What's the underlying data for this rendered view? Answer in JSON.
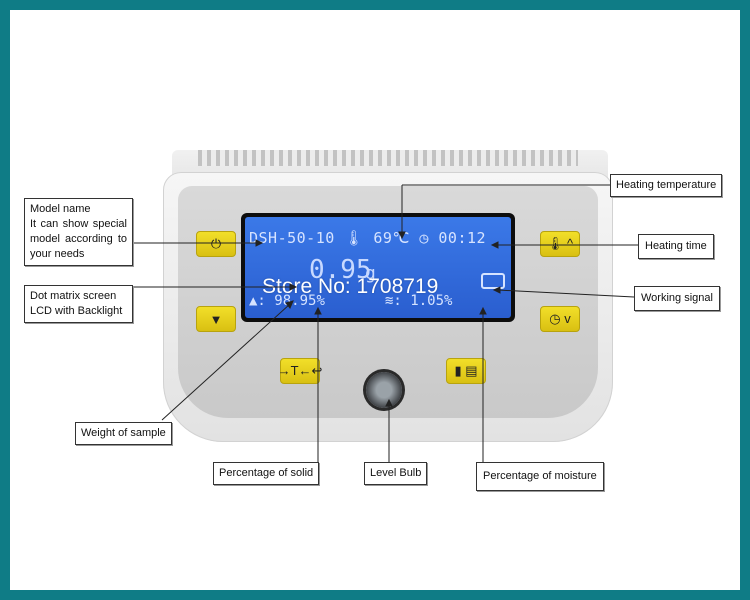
{
  "callouts": {
    "model_name_title": "Model name",
    "model_name_desc": "It can show special model according to your needs",
    "dot_matrix_line1": "Dot matrix screen",
    "dot_matrix_line2": "LCD with Backlight",
    "weight_of_sample": "Weight of sample",
    "percentage_of_solid": "Percentage of solid",
    "level_bulb": "Level Bulb",
    "percentage_of_moisture": "Percentage of moisture",
    "heating_temperature": "Heating temperature",
    "heating_time": "Heating time",
    "working_signal": "Working signal"
  },
  "lcd": {
    "model": "DSH-50-10",
    "temperature": "69℃",
    "time": "00:12",
    "weight": "0.95",
    "weight_unit": "g",
    "solid_percent": "98.95%",
    "moisture_percent": "1.05%"
  },
  "watermark": "Store No: 1708719",
  "buttons": {
    "power": "⏻",
    "down": "▼",
    "tare": "→T←↩",
    "print": "▮ ▤",
    "temp_up": "🌡 ^",
    "time_down": "◷ v"
  },
  "colors": {
    "frame": "#0f7c86",
    "lcd_backlight": "#3b79e8",
    "button": "#f2df29"
  }
}
